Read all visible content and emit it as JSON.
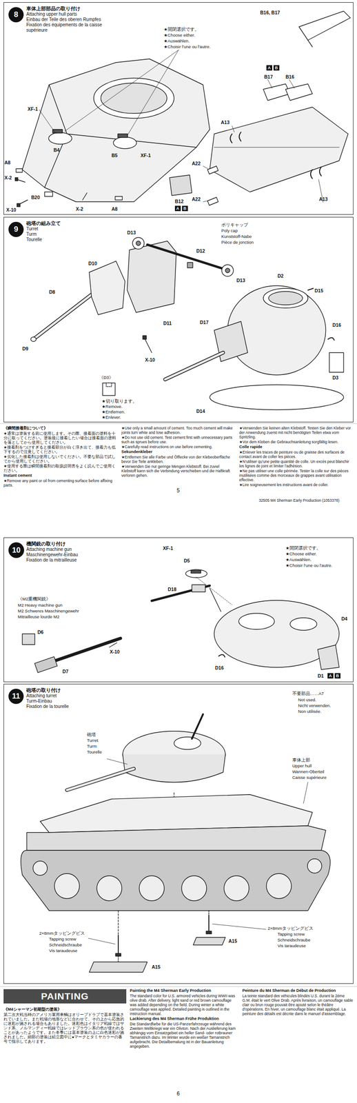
{
  "diagram": {
    "nodes": [
      {
        "text": [
          "車体上部部品の取り付け",
          "Attaching upper hull parts",
          "Einbau der Teile des oberen Rumpfes",
          "Fixation des équipements de la caisse supérieure"
        ]
      },
      {
        "text": [
          "8"
        ],
        "in": 0
      },
      {
        "text": [
          "砲塔の組み立て",
          "Turret",
          "Turm",
          "Tourelle"
        ]
      },
      {
        "text": [
          "9"
        ],
        "in": 2
      },
      {
        "text": [
          "機関銃の取り付け",
          "Attaching machine gun",
          "Maschinengewehr-Einbau",
          "Fixation de la mitrailleuse"
        ]
      },
      {
        "text": [
          "10"
        ],
        "in": 4
      },
      {
        "text": [
          "砲塔の取り付け",
          "Attaching turret",
          "Turm-Einbau",
          "Fixation de la tourelle"
        ]
      },
      {
        "text": [
          "11"
        ],
        "in": 6
      },
      {
        "text": [
          "PAINTING"
        ]
      }
    ],
    "labels": [
      "★開閉選択です。",
      "★Choose either.",
      "★Auswählen.",
      "★Choisir l'une ou l'autre.",
      "XF-1",
      "B4",
      "A8",
      "X-2",
      "X-10",
      "B20",
      "X-2",
      "B5",
      "XF-1",
      "A8",
      "B12",
      "A",
      "B",
      "B16, B17",
      "A",
      "B",
      "B17",
      "B16",
      "A13",
      "A22",
      "A22",
      "A13",
      "ポリキャップ",
      "Poly cap",
      "Kunststoff-Nabe",
      "Pièce de jonction",
      "D13",
      "D12",
      "D13",
      "D10",
      "D8",
      "D9",
      "D11",
      "X-10",
      "D2",
      "D15",
      "D16",
      "D17",
      "D3",
      "D14",
      "《D3》",
      "★切り取ります。",
      "★Remove.",
      "★Entfernen.",
      "★Enlever.",
      "《瞬間接着剤について》",
      "★通常は塗装する前に使用します。その際、接着面の塗料を十分に取ってください。塗装後に接着したい場合は接着面の塗料を落としてから使用してください。",
      "★接着剤をつけすぎると接着部分が白く浮き出て、接着力も低下するので注意してください。",
      "★劣化した接着剤は使用しないでください。不要な部品で試してから使用してください。",
      "★使用する際は瞬間接着剤の取扱説明書をよく読んでご使用ください。",
      "Instant cement",
      "★Remove any paint or oil from cementing surface before affixing parts.",
      "★Use only a small amount of cement. Too much cement will make joints turn white and lose adhesion.",
      "★Do not use old cement. Test cement first with unnecessary parts such as sprues before use.",
      "★Carefully read instructions on use before cementing.",
      "Sekundenkleber",
      "★Entfernen Sie alle Farbe und Ölflecke von der Klebeoberfläche bevor Sie Teile ankleben.",
      "★Verwenden Sie nur geringe Mengen Klebstoff. Bei zuviel Klebstoff kann sich die Verbindung verschieben und die Haftkraft verloren gehen.",
      "★Verwenden Sie keinen alten Klebstoff. Testen Sie den Kleber vor der Anwendung zuerst mit nicht benötigten Teilen etwa vom Spritzling.",
      "★Vor dem Kleben die Gebrauchsanleitung sorgfältig lesen.",
      "Colle rapide",
      "★Enlever les traces de peinture ou de graisse des surfaces de contact avant de coller les pièces.",
      "★N'utiliser qu'une petite quantité de colle. Un excès peut blanchir les lignes de joint et limiter l'adhésion.",
      "★Ne pas utiliser une colle périmée. Tester la colle sur des pièces inutilisées comme des morceaux de grappes avant utilisation effective.",
      "★Lire soigneusement les instructions avant de coller.",
      "5",
      "32505 M4 Sherman Early Production (1053378)",
      "XF-1",
      "D5",
      "★開閉選択です。",
      "★Choose either.",
      "★Auswählen.",
      "★Choisir l'une ou l'autre.",
      "D18",
      "D4",
      "《M2重機関銃》",
      "M2 Heavy machine gun",
      "M2 Schweres Maschinengewehr",
      "Mitrailleuse lourde M2",
      "D6",
      "X-10",
      "D7",
      "D16",
      "D1",
      "A",
      "B",
      "不要部品……A7",
      "Not used.",
      "Nicht verwenden.",
      "Non utilisée.",
      "砲塔",
      "Turret",
      "Turm",
      "Tourelle",
      "車体上部",
      "Upper hull",
      "Wannen-Oberteil",
      "Caisse supérieure",
      "2×8mmタッピングビス",
      "Tapping screw",
      "Schneidschraube",
      "Vis taraudeuse",
      "2×8mmタッピングビス",
      "Tapping screw",
      "Schneidschraube",
      "Vis taraudeuse",
      "A15",
      "A15",
      "《M4シャーマン初期型の塗装》",
      "第二次大戦当時のアメリカ軍用車輌はオリーブドラブで基本塗装されていました。また戦場の地形などに合わせて、その上から応急的に迷彩が施される場合もありました。迷彩色はイタリア戦線ではサンド系、ノルマンディー戦線ではレッドブラウン系の色が使われることがあったようです。また冬季には基本塗装の上に白色迷彩が施されました。細部の塗装は組立図中に●マークとタミヤカラーの番号で指示してあります。",
      "Painting the M4 Sherman Early Production",
      "The standard color for U.S. armored vehicles during WWII was olive drab. After delivery, light sand or red brown camouflage was added depending on the field. During winter a white camouflage was applied. Detailed painting is outlined in the instruction manual.",
      "Lackierung des M4 Sherman Frühe Produktion",
      "Die Standardfarbe für die US-Panzerfahrzeuge während des Zweiten Weltkriegs war ein Olivton. Nach der Auslieferung kam abhängig vom Einsatzgebiet ein heller Sand- oder rotbrauner Tarnanstrich dazu. Im Winter wurde ein weißer Tarnanstrich aufgebracht. Die Detailbemalung ist in der Bauanleitung angegeben.",
      "Peinture du M4 Sherman de Début de Production",
      "La teinte standard des véhicules blindés U.S. durant la 2ème G.M. était le vert Olive Drab. Après livraison, un camouflage sable clair ou brun rouge pouvait être ajouté selon le théâtre d'opérations. En hiver, un camouflage blanc était appliqué. La peinture des détails est décrite dans le manuel d'assemblage.",
      "6"
    ]
  }
}
